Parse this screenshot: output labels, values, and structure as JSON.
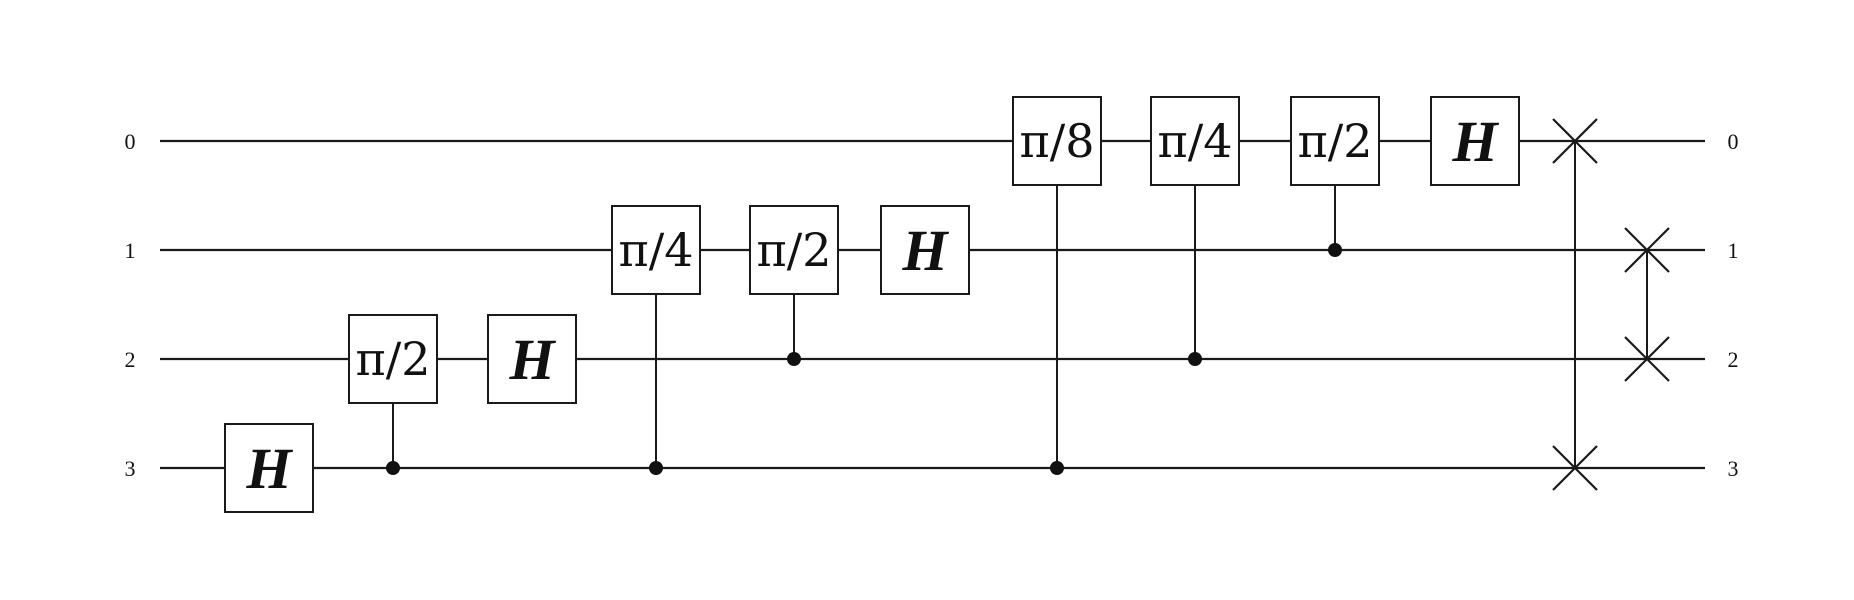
{
  "diagram": {
    "type": "quantum-circuit",
    "qubits": [
      "0",
      "1",
      "2",
      "3"
    ],
    "left_labels": [
      "0",
      "1",
      "2",
      "3"
    ],
    "right_labels": [
      "0",
      "1",
      "2",
      "3"
    ],
    "gates": [
      {
        "kind": "gate",
        "label": "H",
        "style": "bold-italic",
        "target": 3
      },
      {
        "kind": "gate",
        "label": "π/2",
        "target": 2,
        "controls": [
          3
        ]
      },
      {
        "kind": "gate",
        "label": "H",
        "style": "bold-italic",
        "target": 2
      },
      {
        "kind": "gate",
        "label": "π/4",
        "target": 1,
        "controls": [
          3
        ]
      },
      {
        "kind": "gate",
        "label": "π/2",
        "target": 1,
        "controls": [
          2
        ]
      },
      {
        "kind": "gate",
        "label": "H",
        "style": "bold-italic",
        "target": 1
      },
      {
        "kind": "gate",
        "label": "π/8",
        "target": 0,
        "controls": [
          3
        ]
      },
      {
        "kind": "gate",
        "label": "π/4",
        "target": 0,
        "controls": [
          2
        ]
      },
      {
        "kind": "gate",
        "label": "π/2",
        "target": 0,
        "controls": [
          1
        ]
      },
      {
        "kind": "gate",
        "label": "H",
        "style": "bold-italic",
        "target": 0
      },
      {
        "kind": "swap",
        "qubits": [
          0,
          3
        ]
      },
      {
        "kind": "swap",
        "qubits": [
          1,
          2
        ]
      }
    ]
  }
}
